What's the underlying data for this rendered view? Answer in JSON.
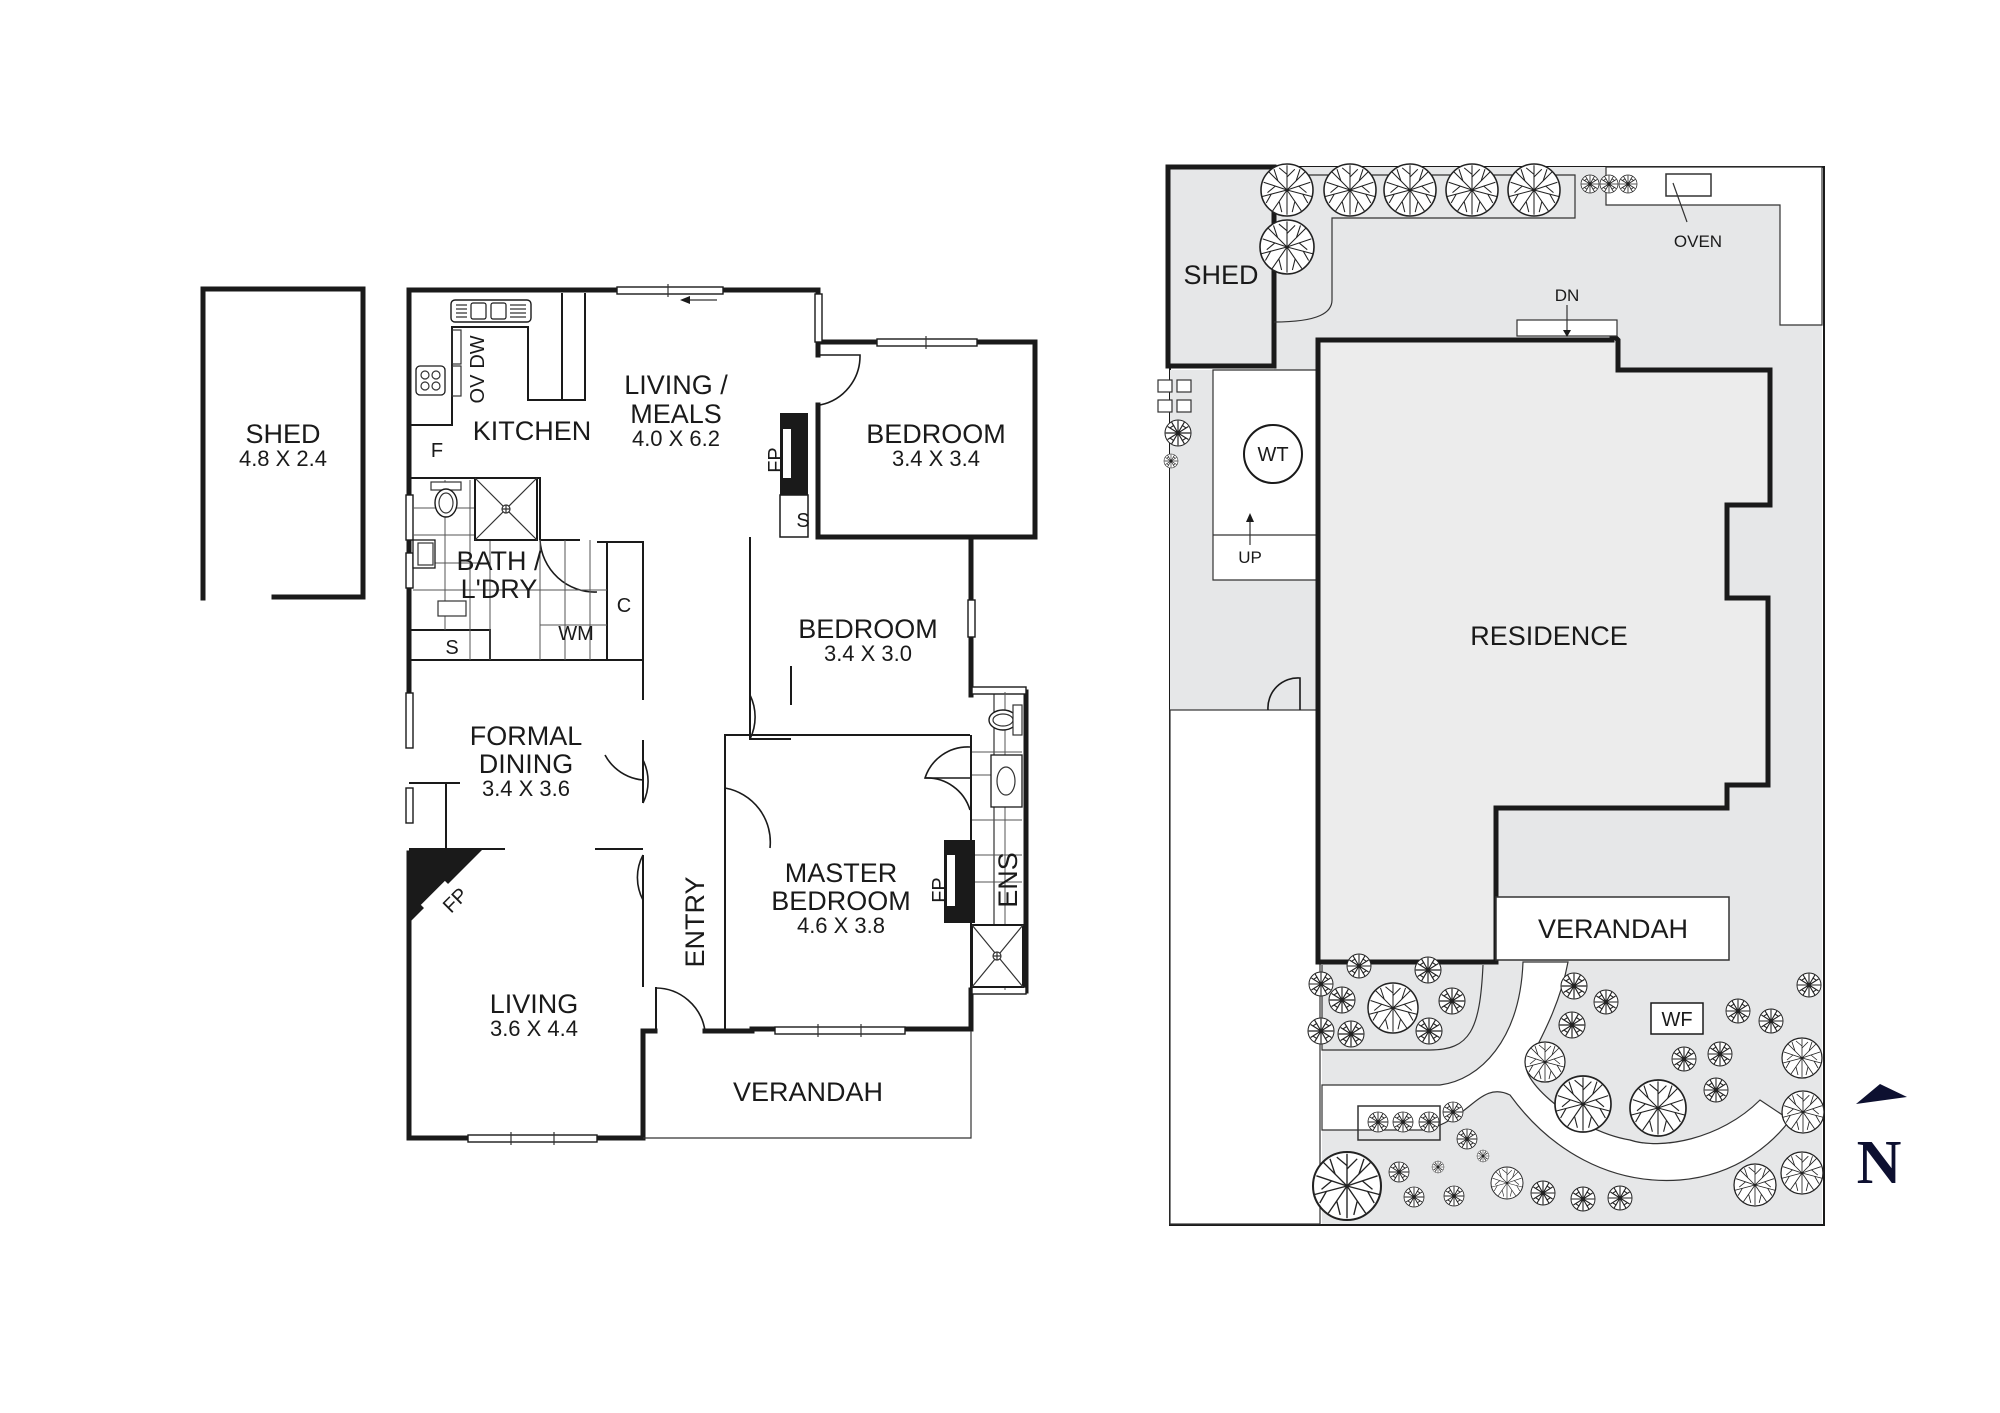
{
  "floor_plan": {
    "rooms": [
      {
        "id": "shed",
        "name": "SHED",
        "dims": "4.8 X 2.4"
      },
      {
        "id": "kitchen",
        "name": "KITCHEN",
        "dims": ""
      },
      {
        "id": "living_meals",
        "name_line1": "LIVING /",
        "name_line2": "MEALS",
        "dims": "4.0 X 6.2"
      },
      {
        "id": "bedroom_1",
        "name": "BEDROOM",
        "dims": "3.4 X 3.4"
      },
      {
        "id": "bath_ldry",
        "name_line1": "BATH /",
        "name_line2": "L'DRY",
        "dims": ""
      },
      {
        "id": "bedroom_2",
        "name": "BEDROOM",
        "dims": "3.4 X 3.0"
      },
      {
        "id": "formal_dining",
        "name_line1": "FORMAL",
        "name_line2": "DINING",
        "dims": "3.4 X 3.6"
      },
      {
        "id": "master_bedroom",
        "name_line1": "MASTER",
        "name_line2": "BEDROOM",
        "dims": "4.6 X 3.8"
      },
      {
        "id": "living",
        "name": "LIVING",
        "dims": "3.6 X 4.4"
      },
      {
        "id": "entry",
        "name": "ENTRY"
      },
      {
        "id": "verandah",
        "name": "VERANDAH"
      },
      {
        "id": "ensuite",
        "name": "ENS"
      }
    ],
    "fixtures": {
      "oven": "OV",
      "dishwasher": "DW",
      "fridge": "F",
      "washing_machine": "WM",
      "cupboard": "C",
      "storage_bath": "S",
      "storage_living": "S",
      "fireplace": "FP"
    }
  },
  "site_plan": {
    "shed": "SHED",
    "oven": "OVEN",
    "down": "DN",
    "up": "UP",
    "water_tank": "WT",
    "residence": "RESIDENCE",
    "verandah": "VERANDAH",
    "water_feature": "WF"
  },
  "compass": {
    "label": "N",
    "color": "#0d1030"
  },
  "colors": {
    "wall": "#1a1a1a",
    "paving": "#e6e7e8",
    "residence_fill": "#ececec"
  }
}
